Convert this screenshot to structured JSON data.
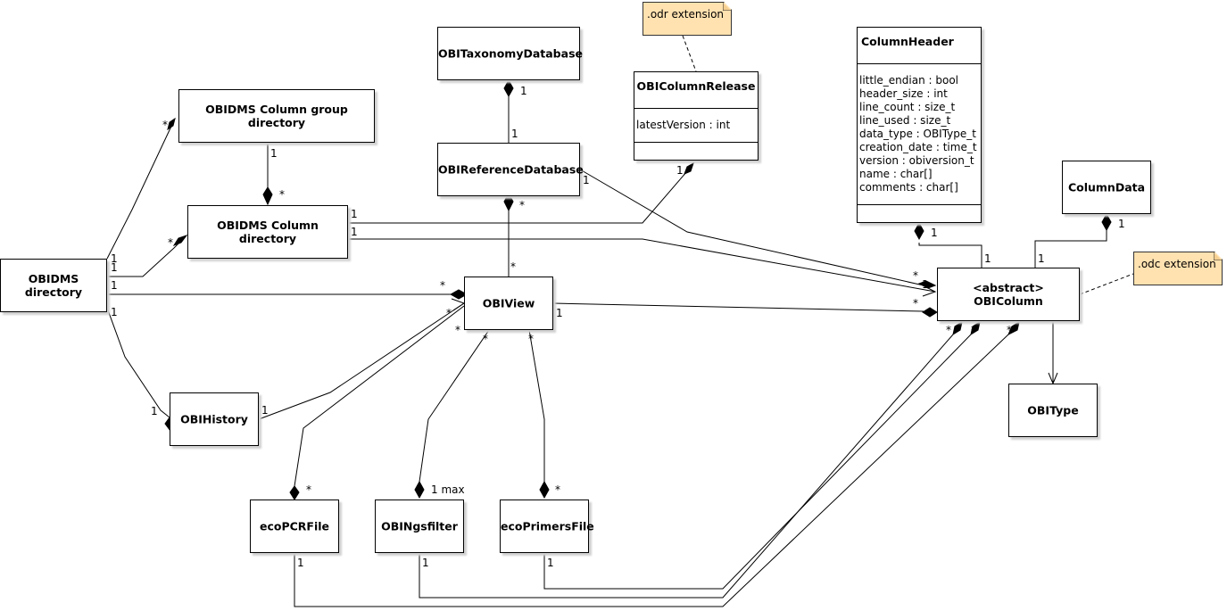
{
  "classes": {
    "obidms_directory": {
      "name": "OBIDMS directory"
    },
    "column_group_dir": {
      "name": "OBIDMS Column group directory"
    },
    "column_dir": {
      "name": "OBIDMS Column directory"
    },
    "taxonomy_db": {
      "name": "OBITaxonomyDatabase"
    },
    "reference_db": {
      "name": "OBIReferenceDatabase"
    },
    "column_release": {
      "name": "OBIColumnRelease",
      "attributes": [
        "latestVersion : int"
      ]
    },
    "column_header": {
      "name": "ColumnHeader",
      "attributes": [
        "little_endian : bool",
        "header_size : int",
        "line_count : size_t",
        "line_used : size_t",
        "data_type : OBIType_t",
        "creation_date : time_t",
        "version : obiversion_t",
        "name : char[]",
        "comments : char[]"
      ]
    },
    "column_data": {
      "name": "ColumnData"
    },
    "obi_column": {
      "name": "<abstract> OBIColumn"
    },
    "obi_view": {
      "name": "OBIView"
    },
    "obi_history": {
      "name": "OBIHistory"
    },
    "obi_type": {
      "name": "OBIType"
    },
    "eco_pcr_file": {
      "name": "ecoPCRFile"
    },
    "obi_ngsfilter": {
      "name": "OBINgsfilter"
    },
    "eco_primers_file": {
      "name": "ecoPrimersFile"
    }
  },
  "notes": {
    "odr": ".odr extension",
    "odc": ".odc extension"
  },
  "multiplicities": {
    "one": "1",
    "many": "*",
    "one_max": "1 max"
  }
}
